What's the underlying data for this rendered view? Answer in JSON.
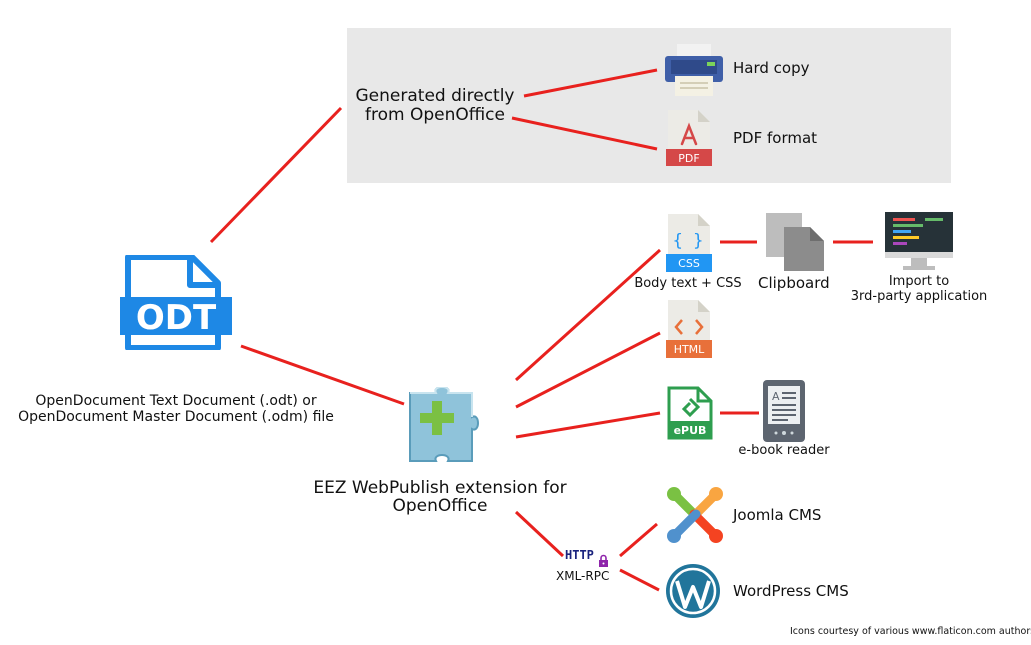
{
  "colors": {
    "connector": "#e8211e",
    "panel": "#e8e8e8",
    "odt_blue": "#1e88e5",
    "puzzle": "#8fc3da",
    "puzzle_plus": "#7bc043",
    "css_blue": "#2196f3",
    "html_orange": "#e8703a",
    "epub_green": "#2e9e4f",
    "pdf_red": "#d54848",
    "wp_blue": "#21759b",
    "http_navy": "#1a237e",
    "lock_purple": "#8e24aa"
  },
  "labels": {
    "generated": [
      "Generated directly",
      "from OpenOffice"
    ],
    "hard_copy": "Hard copy",
    "pdf_format": "PDF format",
    "odt_icon_text": "ODT",
    "odt_caption": [
      "OpenDocument Text Document (.odt) or",
      "OpenDocument Master Document (.odm) file"
    ],
    "extension": [
      "EEZ WebPublish extension for",
      "OpenOffice"
    ],
    "css_icon_text": "CSS",
    "css_caption": "Body text + CSS",
    "clipboard": "Clipboard",
    "import": [
      "Import to",
      "3rd-party application"
    ],
    "html_icon_text": "HTML",
    "epub_icon_text": "ePUB",
    "ebook_reader": "e-book reader",
    "http_text": "HTTP",
    "xmlrpc": "XML-RPC",
    "joomla": "Joomla CMS",
    "wordpress": "WordPress CMS",
    "pdf_icon_text": "PDF",
    "credits": "Icons courtesy of various www.flaticon.com authors"
  },
  "icons": [
    "printer-icon",
    "pdf-icon",
    "odt-file-icon",
    "puzzle-icon",
    "css-file-icon",
    "clipboard-icon",
    "monitor-icon",
    "html-file-icon",
    "epub-file-icon",
    "ebook-reader-icon",
    "http-lock-icon",
    "joomla-icon",
    "wordpress-icon"
  ]
}
